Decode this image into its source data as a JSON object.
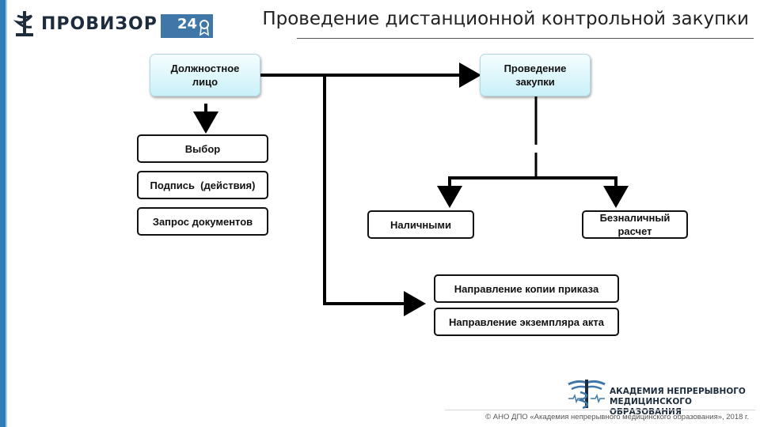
{
  "header": {
    "logo_text": "ПРОВИЗОР",
    "logo_number": "24",
    "title": "Проведение дистанционной контрольной закупки"
  },
  "nodes": {
    "official": "Должностное лицо",
    "purchase": "Проведение закупки",
    "choice": "Выбор",
    "signature": "Подпись  (действия)",
    "docs_request": "Запрос документов",
    "cash": "Наличными",
    "cashless": "Безналичный расчет",
    "order_copy": "Направление копии приказа",
    "act_copy": "Направление экземпляра акта"
  },
  "footer": {
    "org_line1": "АКАДЕМИЯ НЕПРЕРЫВНОГО",
    "org_line2": "МЕДИЦИНСКОГО ОБРАЗОВАНИЯ",
    "copyright": "© АНО ДПО «Академия непрерывного медицинского образования», 2018 г."
  },
  "colors": {
    "brand_blue": "#3f78a8",
    "node_fill": "#c9f0f8",
    "line": "#000000"
  }
}
